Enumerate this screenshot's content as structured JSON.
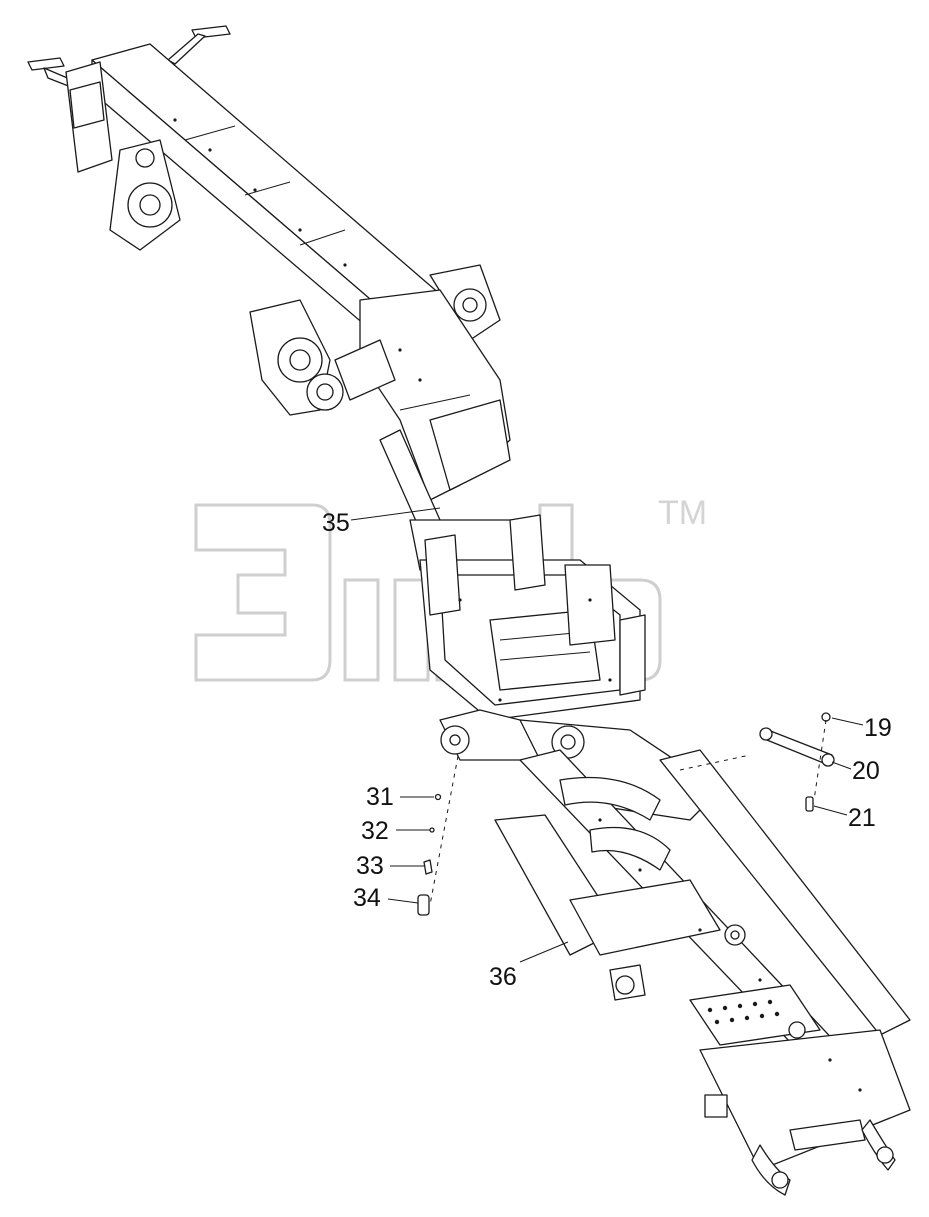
{
  "watermark": {
    "trademark": "TM"
  },
  "callouts": {
    "c19": "19",
    "c20": "20",
    "c21": "21",
    "c31": "31",
    "c32": "32",
    "c33": "33",
    "c34": "34",
    "c35": "35",
    "c36": "36"
  }
}
